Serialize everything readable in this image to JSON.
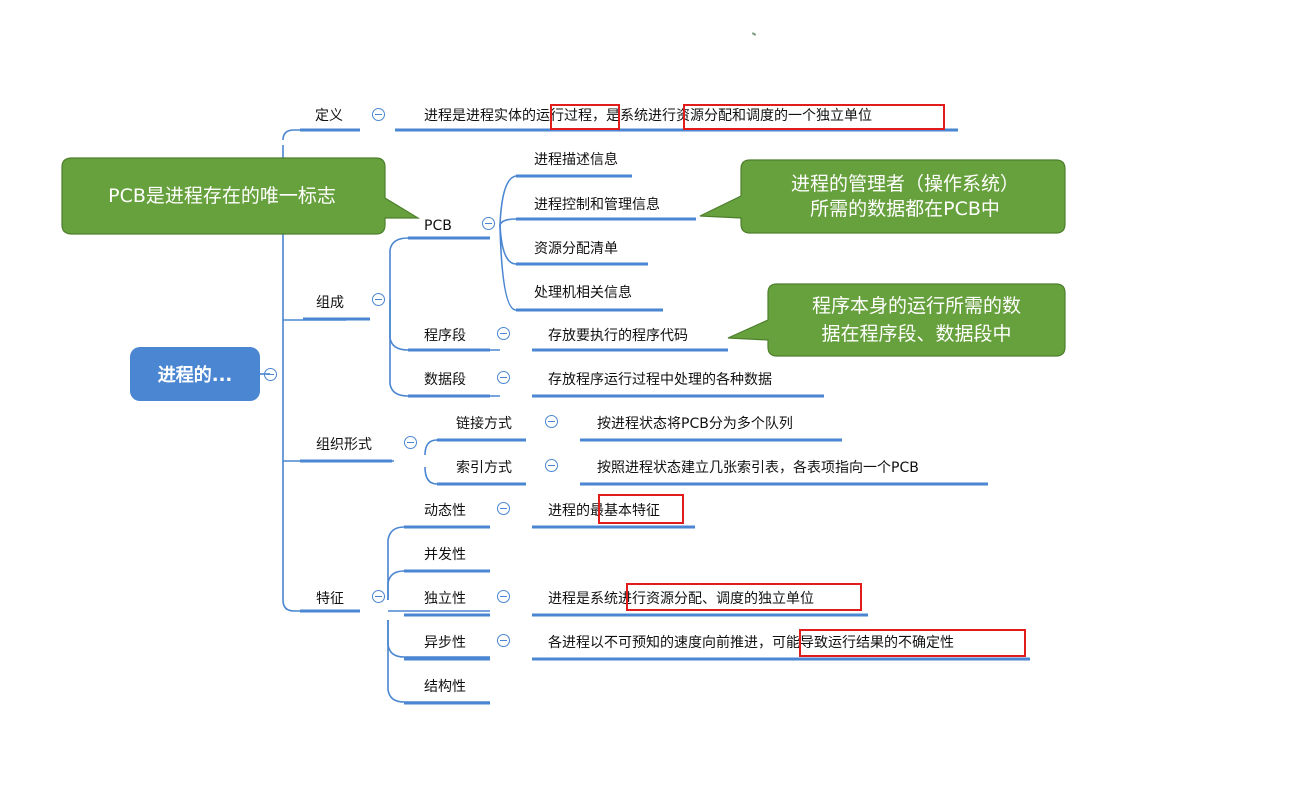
{
  "root": {
    "label": "进程的..."
  },
  "branches": {
    "definition": {
      "label": "定义",
      "text": "进程是进程实体的运行过程，是系统进行资源分配和调度的一个独立单位"
    },
    "composition": {
      "label": "组成",
      "pcb": {
        "label": "PCB",
        "items": [
          "进程描述信息",
          "进程控制和管理信息",
          "资源分配清单",
          "处理机相关信息"
        ]
      },
      "program_segment": {
        "label": "程序段",
        "text": "存放要执行的程序代码"
      },
      "data_segment": {
        "label": "数据段",
        "text": "存放程序运行过程中处理的各种数据"
      }
    },
    "organization": {
      "label": "组织形式",
      "link": {
        "label": "链接方式",
        "text": "按进程状态将PCB分为多个队列"
      },
      "index": {
        "label": "索引方式",
        "text": "按照进程状态建立几张索引表，各表项指向一个PCB"
      }
    },
    "features": {
      "label": "特征",
      "dynamic": {
        "label": "动态性",
        "text": "进程的最基本特征"
      },
      "concurrent": {
        "label": "并发性"
      },
      "independent": {
        "label": "独立性",
        "text": "进程是系统进行资源分配、调度的独立单位"
      },
      "async": {
        "label": "异步性",
        "text": "各进程以不可预知的速度向前推进，可能导致运行结果的不确定性"
      },
      "structural": {
        "label": "结构性"
      }
    }
  },
  "callouts": {
    "pcb_unique": "PCB是进程存在的唯一标志",
    "pcb_manager_line1": "进程的管理者（操作系统）",
    "pcb_manager_line2": "所需的数据都在PCB中",
    "program_data_line1": "程序本身的运行所需的数",
    "program_data_line2": "据在程序段、数据段中"
  },
  "colors": {
    "line": "#4a86d1",
    "root_fill": "#4a86d1",
    "callout_fill": "#67a13d",
    "callout_border": "#4e7f2d",
    "highlight": "#e21b1b"
  }
}
